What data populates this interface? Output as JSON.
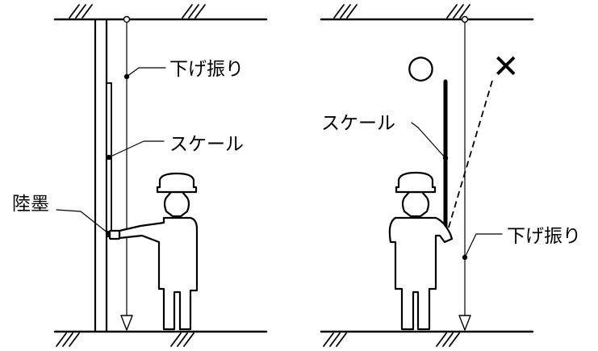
{
  "left_panel": {
    "plumb_label": "下げ振り",
    "scale_label": "スケール",
    "reference_mark_label": "陸墨"
  },
  "right_panel": {
    "correct_mark": "○",
    "wrong_mark": "✕",
    "scale_label": "スケール",
    "plumb_label": "下げ振り"
  }
}
